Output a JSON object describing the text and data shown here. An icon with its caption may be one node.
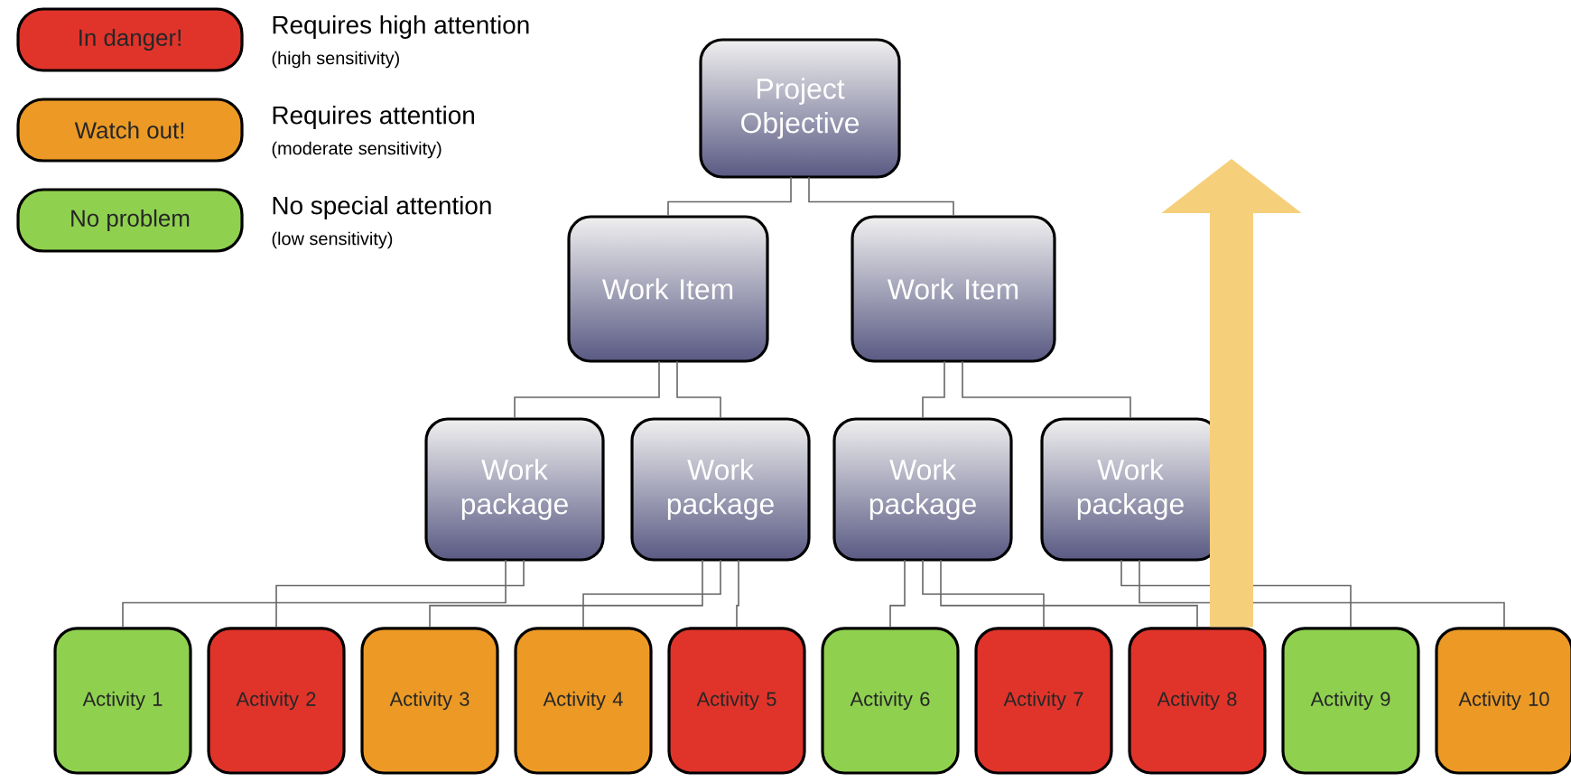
{
  "diagram": {
    "nodes": [
      {
        "text": [
          "Project Objective"
        ]
      },
      {
        "text": [
          "Work Item"
        ]
      },
      {
        "text": [
          "Work Item"
        ]
      },
      {
        "text": [
          "Work package"
        ]
      },
      {
        "text": [
          "Work package"
        ]
      },
      {
        "text": [
          "Work package"
        ]
      },
      {
        "text": [
          "Work package"
        ]
      },
      {
        "text": [
          "Activity 1"
        ]
      },
      {
        "text": [
          "Activity 2"
        ]
      },
      {
        "text": [
          "Activity 3"
        ]
      },
      {
        "text": [
          "Activity 4"
        ]
      },
      {
        "text": [
          "Activity 5"
        ]
      },
      {
        "text": [
          "Activity 6"
        ]
      },
      {
        "text": [
          "Activity 7"
        ]
      },
      {
        "text": [
          "Activity 8"
        ]
      },
      {
        "text": [
          "Activity 9"
        ]
      },
      {
        "text": [
          "Activity 10"
        ]
      }
    ],
    "edges": [
      {
        "from": 0,
        "to": 1,
        "arrow": "none"
      },
      {
        "from": 0,
        "to": 2,
        "arrow": "none"
      },
      {
        "from": 1,
        "to": 3,
        "arrow": "none"
      },
      {
        "from": 1,
        "to": 4,
        "arrow": "none"
      },
      {
        "from": 2,
        "to": 5,
        "arrow": "none"
      },
      {
        "from": 2,
        "to": 6,
        "arrow": "none"
      },
      {
        "from": 3,
        "to": 7,
        "arrow": "none"
      },
      {
        "from": 3,
        "to": 8,
        "arrow": "none"
      },
      {
        "from": 4,
        "to": 9,
        "arrow": "none"
      },
      {
        "from": 4,
        "to": 10,
        "arrow": "none"
      },
      {
        "from": 4,
        "to": 11,
        "arrow": "none"
      },
      {
        "from": 5,
        "to": 12,
        "arrow": "none"
      },
      {
        "from": 5,
        "to": 13,
        "arrow": "none"
      },
      {
        "from": 5,
        "to": 14,
        "arrow": "none"
      },
      {
        "from": 6,
        "to": 15,
        "arrow": "none"
      },
      {
        "from": 6,
        "to": 16,
        "arrow": "none"
      },
      {
        "from": 14,
        "to": null,
        "arrow": "to",
        "style": "thick",
        "color": "#f5cf7a"
      }
    ],
    "labels": [
      "Requires high attention",
      "(high sensitivity)",
      "Requires attention",
      "(moderate sensitivity)",
      "No special attention",
      "(low sensitivity)"
    ],
    "legend": [
      {
        "text": "In danger!",
        "color": "#e0342b"
      },
      {
        "text": "Watch out!",
        "color": "#ec9a25"
      },
      {
        "text": "No problem",
        "color": "#8fd14f"
      }
    ]
  }
}
